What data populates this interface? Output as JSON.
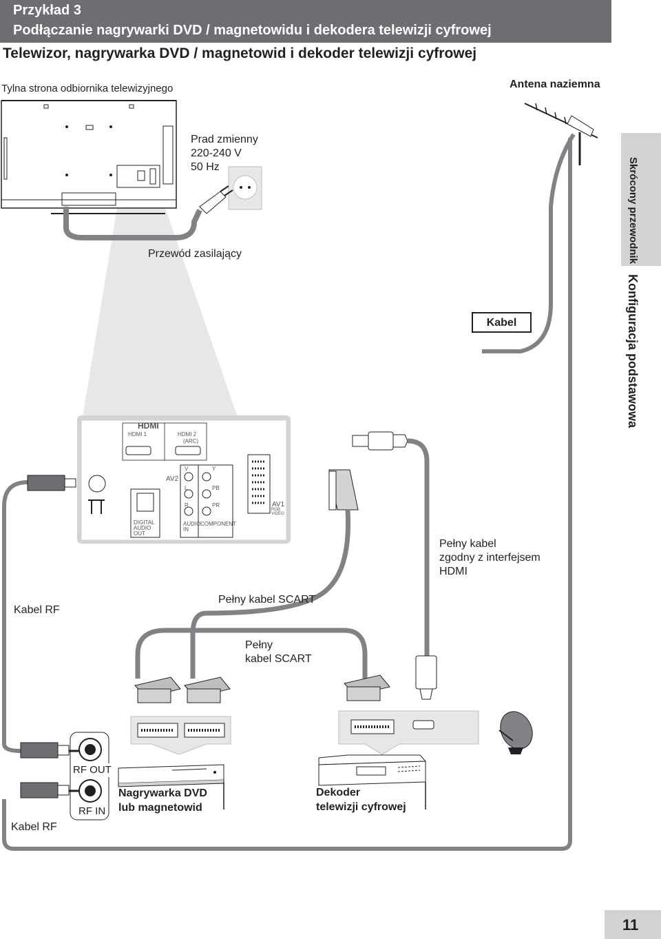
{
  "header": {
    "line1": "Przykład 3",
    "line2": "Podłączanie nagrywarki DVD / magnetowidu i dekodera telewizji cyfrowej"
  },
  "subtitle": "Telewizor, nagrywarka DVD / magnetowid i dekoder telewizji cyfrowej",
  "labels": {
    "tv_back": "Tylna strona odbiornika telewizyjnego",
    "antenna": "Antena naziemna",
    "ac_line1": "Prad zmienny",
    "ac_line2": "220-240 V",
    "ac_line3": "50 Hz",
    "power_cord": "Przewód zasilający",
    "cable": "Kabel",
    "hdmi_cable_line1": "Pełny kabel",
    "hdmi_cable_line2": "zgodny z interfejsem",
    "hdmi_cable_line3": "HDMI",
    "rf_cable_top": "Kabel RF",
    "scart_cable_1": "Pełny kabel SCART",
    "scart_cable_2_line1": "Pełny",
    "scart_cable_2_line2": "kabel SCART",
    "rf_out": "RF OUT",
    "rf_in": "RF IN",
    "rf_cable_bottom": "Kabel RF",
    "recorder_line1": "Nagrywarka DVD",
    "recorder_line2": "lub magnetowid",
    "decoder_line1": "Dekoder",
    "decoder_line2": "telewizji cyfrowej"
  },
  "panel": {
    "hdmi_logo": "HDMI",
    "hdmi1": "HDMI 1",
    "hdmi2": "HDMI 2",
    "arc": "(ARC)",
    "av2": "AV2",
    "v": "V",
    "l": "L",
    "r": "R",
    "y": "Y",
    "pb": "PB",
    "pr": "PR",
    "digital": "DIGITAL",
    "audio": "AUDIO",
    "out": "OUT",
    "audio_in": "AUDIO",
    "in": "IN",
    "component": "COMPONENT",
    "av1": "AV1",
    "rgb": "RGB",
    "video": "VIDEO"
  },
  "side": {
    "tab": "Skrócony przewodnik",
    "section": "Konfiguracja podstawowa"
  },
  "page_number": "11",
  "colors": {
    "header_bg": "#6d6e71",
    "cable_gray": "#808285",
    "tab_gray": "#d1d3d4",
    "panel_gray": "#d1d3d4"
  },
  "icons": [
    "power-plug-icon",
    "wall-socket-icon",
    "antenna-icon",
    "satellite-dish-icon",
    "scart-plug-icon",
    "hdmi-plug-icon",
    "rf-plug-icon"
  ]
}
